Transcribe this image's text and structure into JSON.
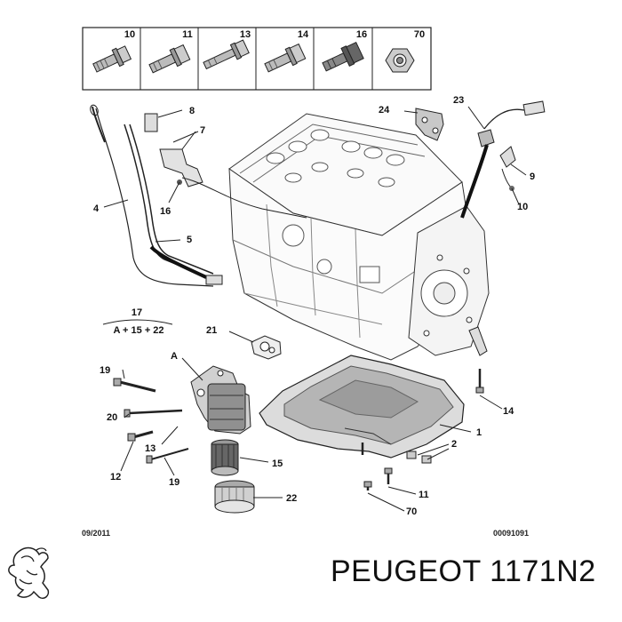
{
  "fastener_box": {
    "items": [
      {
        "label": "10",
        "kind": "bolt-flange"
      },
      {
        "label": "11",
        "kind": "bolt-hex"
      },
      {
        "label": "13",
        "kind": "bolt-long"
      },
      {
        "label": "14",
        "kind": "bolt-hex"
      },
      {
        "label": "16",
        "kind": "bolt-dark"
      },
      {
        "label": "70",
        "kind": "nut"
      }
    ]
  },
  "callouts": {
    "c1": "1",
    "c2": "2",
    "c4": "4",
    "c5": "5",
    "c7": "7",
    "c8": "8",
    "c9": "9",
    "c10": "10",
    "c11": "11",
    "c12": "12",
    "c13": "13",
    "c14": "14",
    "c15": "15",
    "c16": "16",
    "c19a": "19",
    "c19b": "19",
    "c20": "20",
    "c21": "21",
    "c22": "22",
    "c23": "23",
    "c24": "24",
    "c70": "70",
    "cA": "A"
  },
  "formula": {
    "number": "17",
    "expression": "A + 15 + 22"
  },
  "footer": {
    "date": "09/2011",
    "code": "00091091"
  },
  "brand": {
    "text": "PEUGEOT 1171N2",
    "logo": "peugeot-lion-logo"
  }
}
